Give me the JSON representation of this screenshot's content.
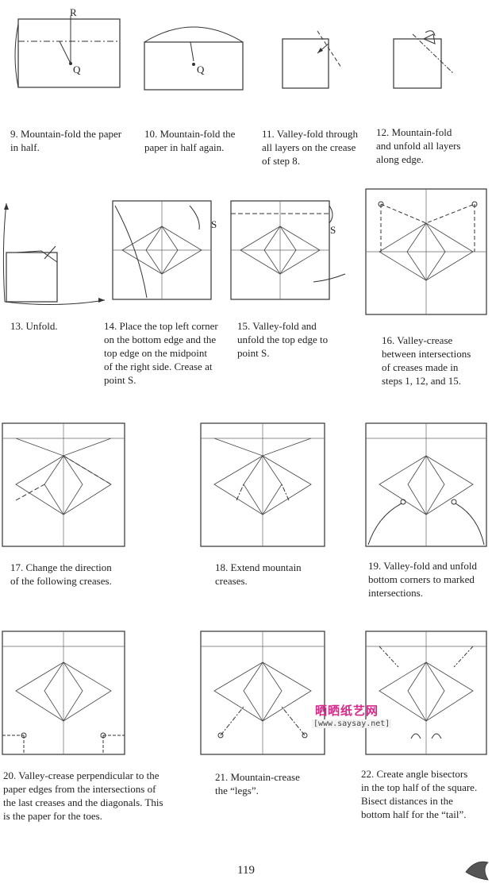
{
  "captions": {
    "s9": "9.  Mountain-fold the paper\nin half.",
    "s10": "10.  Mountain-fold the\npaper in half again.",
    "s11": "11.  Valley-fold through\nall layers on the crease\nof step 8.",
    "s12": "12.  Mountain-fold\nand unfold all layers\nalong edge.",
    "s13": "13.  Unfold.",
    "s14": "14.  Place the top left corner\non the bottom edge and the\ntop edge on the midpoint\nof the right side.  Crease at\npoint S.",
    "s15": "15.  Valley-fold and\nunfold the top edge to\npoint S.",
    "s16": "16.  Valley-crease\nbetween intersections\nof creases made in\nsteps 1, 12, and 15.",
    "s17": "17.  Change the direction\nof the following creases.",
    "s18": "18.  Extend mountain\ncreases.",
    "s19": "19.  Valley-fold and unfold\nbottom corners to marked\nintersections.",
    "s20": "20.  Valley-crease perpendicular to the\npaper edges from the intersections of\nthe last creases and the diagonals. This\nis the paper for the toes.",
    "s21": "21.  Mountain-crease\nthe “legs”.",
    "s22": "22.  Create angle bisectors\nin the top half of the square.\nBisect distances in the\nbottom half for the “tail”."
  },
  "labels": {
    "R": "R",
    "Q": "Q",
    "S": "S"
  },
  "page_number": "119",
  "watermark": {
    "title": "晒晒纸艺网",
    "url": "[www.saysay.net]"
  }
}
